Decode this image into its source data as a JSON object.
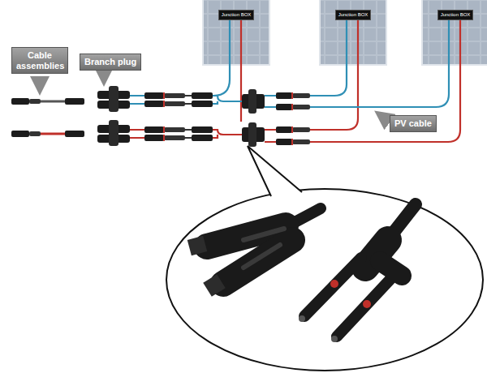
{
  "diagram": {
    "nodes": [
      {
        "text": [
          "Cable assemblies"
        ]
      },
      {
        "text": [
          "Branch plug"
        ]
      },
      {
        "text": [
          "Junction BOX"
        ]
      },
      {
        "text": [
          "Junction BOX"
        ]
      },
      {
        "text": [
          "Junction BOX"
        ]
      },
      {
        "text": [
          "PV cable"
        ]
      }
    ]
  }
}
